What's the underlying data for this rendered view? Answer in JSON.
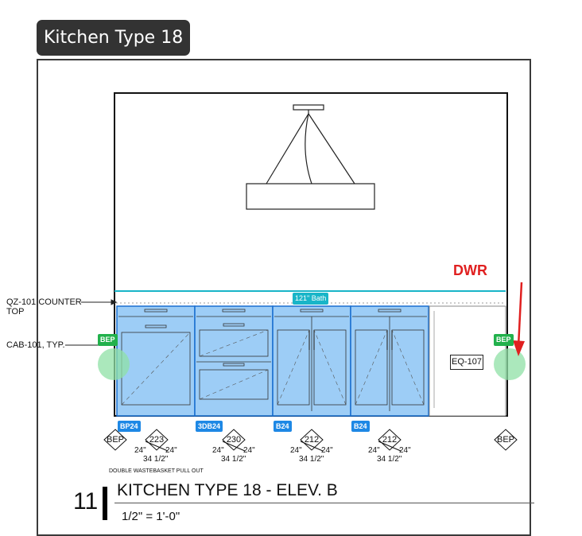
{
  "title": "Kitchen Type 18",
  "callouts": {
    "counter_top_line1": "QZ-101 COUNTER",
    "counter_top_line2": "TOP",
    "cabinet": "CAB-101, TYP.",
    "dwr": "DWR",
    "bath_tag": "121\" Bath",
    "equipment": "EQ-107"
  },
  "colors": {
    "cabinet_fill": "#8cc4f5",
    "cabinet_stroke": "#1a6fd0",
    "tag_blue": "#1e88e5",
    "tag_green": "#22b14c",
    "counter_line": "#19b5c8",
    "dwr_red": "#e02020",
    "bep_circle": "#8fe0a6"
  },
  "bep_tags": [
    "BEP",
    "BEP"
  ],
  "bep_markers": [
    "BEP",
    "BEP"
  ],
  "cabinets": [
    {
      "tag": "BP24",
      "number": "223",
      "dim_left": "24\"",
      "dim_right": "24\"",
      "height": "34 1/2\"",
      "note": "DOUBLE WASTEBASKET PULL OUT"
    },
    {
      "tag": "3DB24",
      "number": "230",
      "dim_left": "24\"",
      "dim_right": "24\"",
      "height": "34 1/2\"",
      "note": ""
    },
    {
      "tag": "B24",
      "number": "212",
      "dim_left": "24\"",
      "dim_right": "24\"",
      "height": "34 1/2\"",
      "note": ""
    },
    {
      "tag": "B24",
      "number": "212",
      "dim_left": "24\"",
      "dim_right": "24\"",
      "height": "34 1/2\"",
      "note": ""
    }
  ],
  "elevation": {
    "number": "11",
    "title": "KITCHEN TYPE 18 - ELEV. B",
    "scale": "1/2\" = 1'-0\""
  }
}
